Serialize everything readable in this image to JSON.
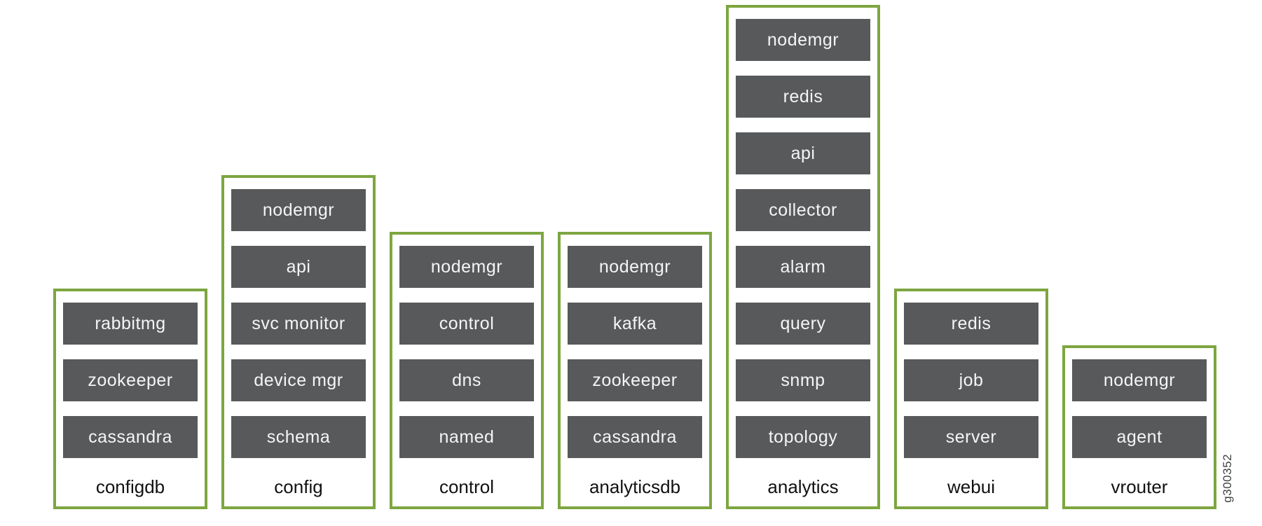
{
  "figure_id": "g300352",
  "colors": {
    "pod_border_green": "#7da640",
    "block_gray": "#58595b",
    "block_text": "#f5f5f5",
    "pod_label_text": "#111111",
    "background": "#ffffff"
  },
  "diagram": {
    "type": "pod-architecture",
    "pods": [
      {
        "label": "configdb",
        "blocks": [
          "rabbitmg",
          "zookeeper",
          "cassandra"
        ]
      },
      {
        "label": "config",
        "blocks": [
          "nodemgr",
          "api",
          "svc monitor",
          "device mgr",
          "schema"
        ]
      },
      {
        "label": "control",
        "blocks": [
          "nodemgr",
          "control",
          "dns",
          "named"
        ]
      },
      {
        "label": "analyticsdb",
        "blocks": [
          "nodemgr",
          "kafka",
          "zookeeper",
          "cassandra"
        ]
      },
      {
        "label": "analytics",
        "blocks": [
          "nodemgr",
          "redis",
          "api",
          "collector",
          "alarm",
          "query",
          "snmp",
          "topology"
        ]
      },
      {
        "label": "webui",
        "blocks": [
          "redis",
          "job",
          "server"
        ]
      },
      {
        "label": "vrouter",
        "blocks": [
          "nodemgr",
          "agent"
        ]
      }
    ]
  }
}
